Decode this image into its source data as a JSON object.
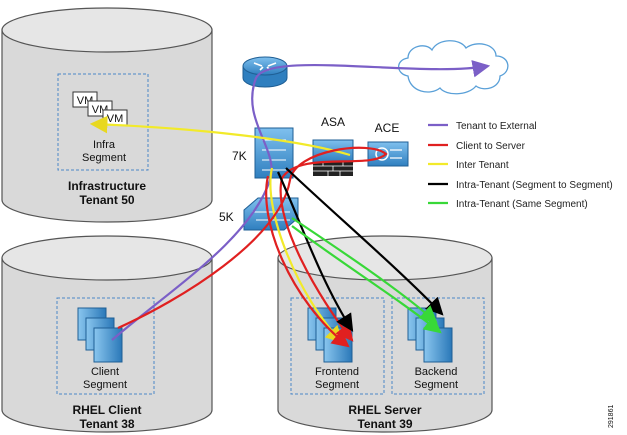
{
  "diagram": {
    "tenants": [
      {
        "name": "Infrastructure",
        "tenant": "Tenant 50",
        "segment_lines": [
          "Infra",
          "Segment"
        ],
        "vm_labels": [
          "VM",
          "VM",
          "VM"
        ]
      },
      {
        "name": "RHEL Client",
        "tenant": "Tenant 38",
        "segment_lines": [
          "Client",
          "Segment"
        ]
      },
      {
        "name": "RHEL Server",
        "tenant": "Tenant 39",
        "segments": [
          {
            "lines": [
              "Frontend",
              "Segment"
            ]
          },
          {
            "lines": [
              "Backend",
              "Segment"
            ]
          }
        ]
      }
    ],
    "devices": {
      "asa": "ASA",
      "ace": "ACE",
      "nexus7k": "7K",
      "nexus5k": "5K"
    },
    "legend": [
      {
        "label": "Tenant to External",
        "color": "#7b5fc7"
      },
      {
        "label": "Client to Server",
        "color": "#e02020"
      },
      {
        "label": "Inter Tenant",
        "color": "#f2ea2a"
      },
      {
        "label": "Intra-Tenant (Segment to Segment)",
        "color": "#000000"
      },
      {
        "label": "Intra-Tenant (Same Segment)",
        "color": "#38d838"
      }
    ],
    "figure_id": "291861"
  },
  "colors": {
    "cylinder_fill": "#d9d9d9",
    "cylinder_stroke": "#555555",
    "segment_box": "#4a86c8",
    "device_blue": "#3b8ed0",
    "cloud_stroke": "#5aa0d8"
  }
}
